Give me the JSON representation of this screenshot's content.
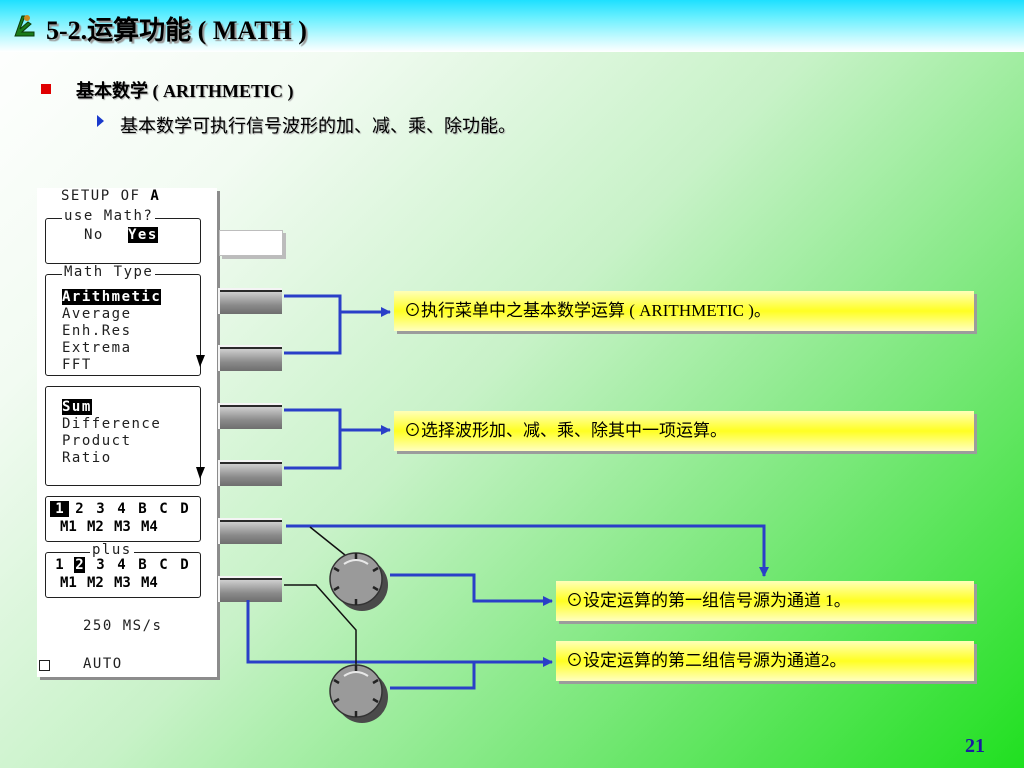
{
  "header": {
    "title": "5-2.运算功能 ( MATH )"
  },
  "main": {
    "heading": "基本数学 ( ARITHMETIC )",
    "subpoint": "基本数学可执行信号波形的加、减、乘、除功能。"
  },
  "panel": {
    "setup_label": "SETUP OF",
    "setup_channel": "A",
    "use_math": {
      "title": "use Math?",
      "no": "No",
      "yes": "Yes"
    },
    "math_type": {
      "title": "Math Type",
      "items": [
        "Arithmetic",
        "Average",
        "Enh.Res",
        "Extrema",
        "FFT"
      ]
    },
    "operations": {
      "items": [
        "Sum",
        "Difference",
        "Product",
        "Ratio"
      ]
    },
    "source1": {
      "row1": [
        "1",
        "2",
        "3",
        "4",
        "B",
        "C",
        "D"
      ],
      "row2": [
        "M1",
        "M2",
        "M3",
        "M4"
      ]
    },
    "source2": {
      "title": "plus",
      "row1": [
        "1",
        "2",
        "3",
        "4",
        "B",
        "C",
        "D"
      ],
      "row2": [
        "M1",
        "M2",
        "M3",
        "M4"
      ]
    },
    "rate": "250 MS/s",
    "auto": "AUTO"
  },
  "notes": [
    "⊙执行菜单中之基本数学运算 ( ARITHMETIC )。",
    "⊙选择波形加、减、乘、除其中一项运算。",
    "⊙设定运算的第一组信号源为通道 1。",
    "⊙设定运算的第二组信号源为通道2。"
  ],
  "footer": {
    "page": "21"
  },
  "colors": {
    "connector": "#2a3fc8",
    "note_fill": "#ffff22",
    "title_bar": "#1ee0ff"
  }
}
